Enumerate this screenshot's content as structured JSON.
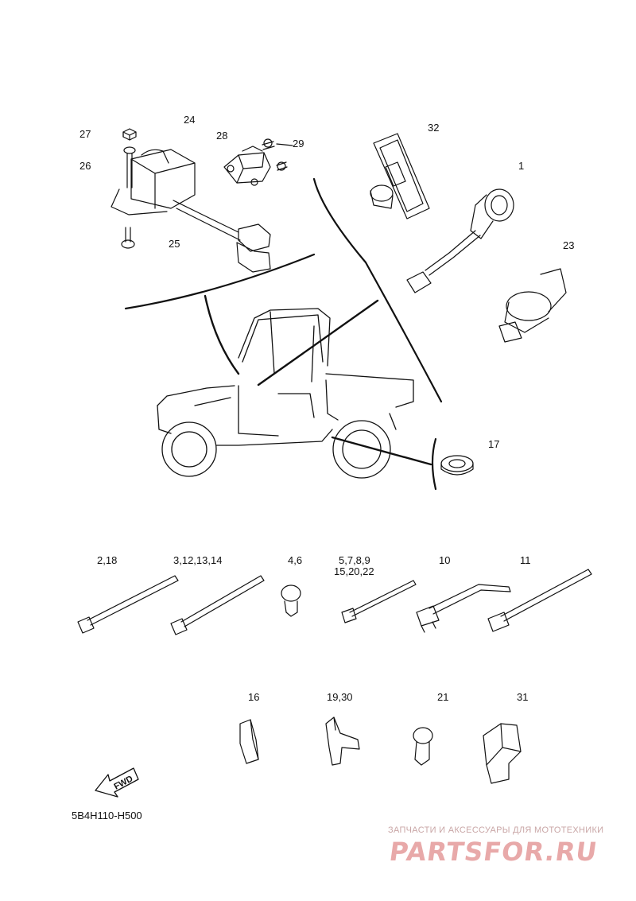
{
  "diagram": {
    "code": "5B4H110-H500",
    "fwd_label": "FWD",
    "watermark": {
      "subtitle": "ЗАПЧАСТИ И АКСЕССУАРЫ ДЛЯ МОТОТЕХНИКИ",
      "brand": "PARTSFOR.RU"
    },
    "labels": {
      "p27": "27",
      "p24": "24",
      "p26": "26",
      "p25": "25",
      "p28": "28",
      "p29": "29",
      "p32": "32",
      "p1": "1",
      "p23": "23",
      "p17": "17",
      "p2_18": "2,18",
      "p3_12_13_14": "3,12,13,14",
      "p4_6": "4,6",
      "p5_7_8_9": "5,7,8,9",
      "p15_20_22": "15,20,22",
      "p10": "10",
      "p11": "11",
      "p16": "16",
      "p19_30": "19,30",
      "p21": "21",
      "p31": "31"
    }
  }
}
